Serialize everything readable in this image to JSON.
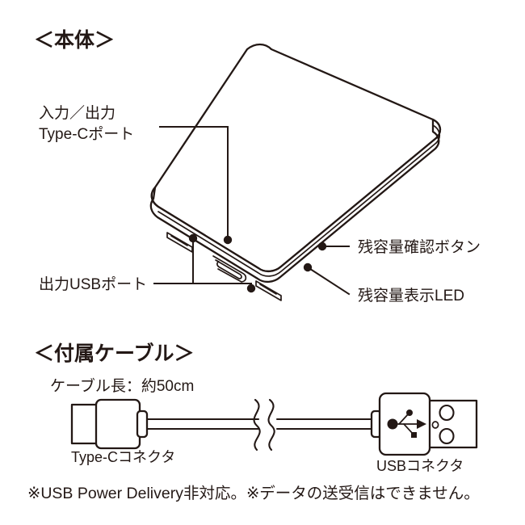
{
  "page": {
    "background_color": "#ffffff",
    "ink_color": "#231815"
  },
  "sections": [
    {
      "id": "main-unit",
      "heading": "＜本体＞",
      "callouts": [
        {
          "id": "type-c-port",
          "label_line1": "入力／出力",
          "label_line2": "Type-Cポート",
          "side": "left"
        },
        {
          "id": "usb-output-port",
          "label_line1": "出力USBポート",
          "side": "left"
        },
        {
          "id": "capacity-button",
          "label_line1": "残容量確認ボタン",
          "side": "right"
        },
        {
          "id": "capacity-led",
          "label_line1": "残容量表示LED",
          "side": "right"
        }
      ]
    },
    {
      "id": "included-cable",
      "heading": "＜付属ケーブル＞",
      "cable_length_label": "ケーブル長：約50cm",
      "connectors": [
        {
          "id": "type-c-connector",
          "label": "Type-Cコネクタ"
        },
        {
          "id": "usb-connector",
          "label": "USBコネクタ"
        }
      ]
    }
  ],
  "footnote": "※USB Power Delivery非対応。※データの送受信はできません。",
  "icons": {
    "usb_trident": "usb-trident-icon",
    "cable_break": "cable-break-symbol"
  }
}
